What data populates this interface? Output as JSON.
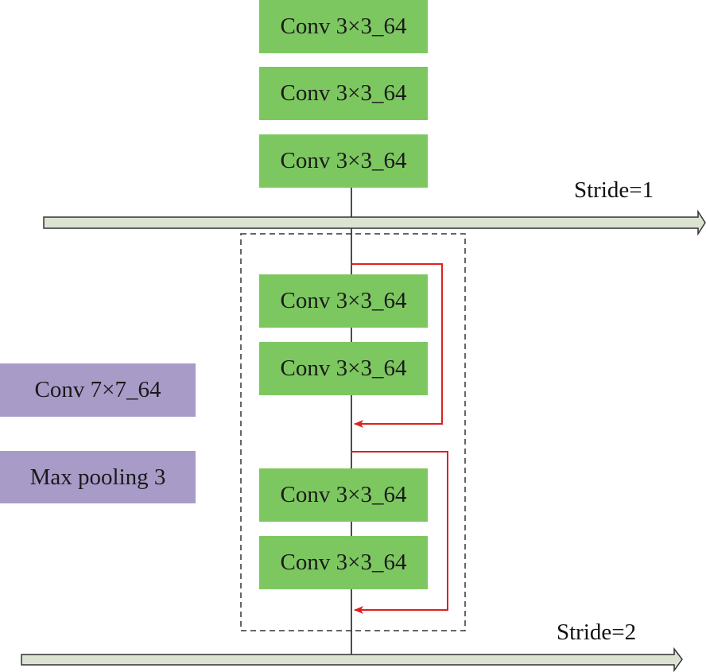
{
  "colors": {
    "conv_block": "#7dc760",
    "stem_block": "#a89bc8",
    "arrow_fill": "#dde3d2",
    "arrow_stroke": "#333333",
    "skip_connection": "#e02020",
    "main_line": "#111111",
    "dashed_box": "#333333"
  },
  "stem_blocks": [
    {
      "label": "Conv 7×7_64"
    },
    {
      "label": "Max pooling 3"
    }
  ],
  "top_stage": {
    "blocks": [
      {
        "label": "Conv 3×3_64"
      },
      {
        "label": "Conv 3×3_64"
      },
      {
        "label": "Conv 3×3_64"
      }
    ],
    "stride_label": "Stride=1"
  },
  "residual_stage": {
    "blocks": [
      {
        "label": "Conv 3×3_64"
      },
      {
        "label": "Conv 3×3_64"
      },
      {
        "label": "Conv 3×3_64"
      },
      {
        "label": "Conv 3×3_64"
      }
    ],
    "stride_label": "Stride=2"
  }
}
